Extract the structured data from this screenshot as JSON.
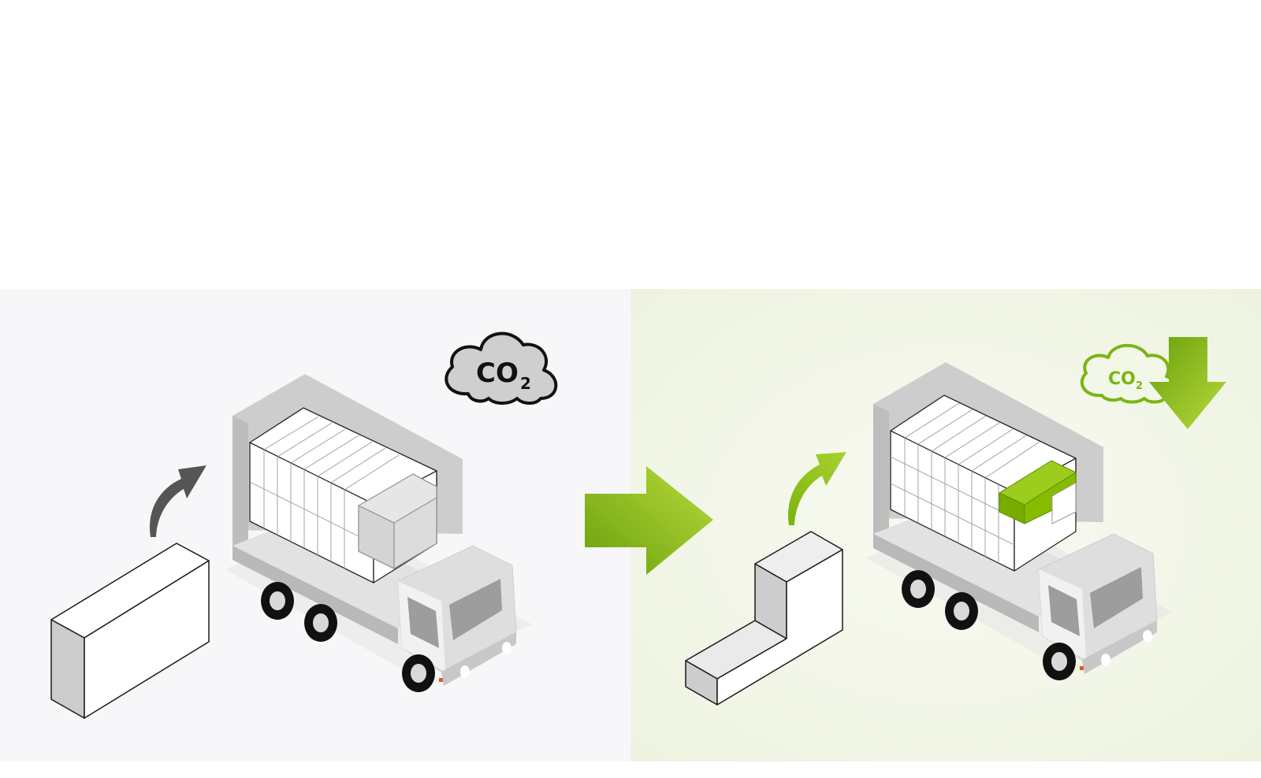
{
  "panels": {
    "left": {
      "co2_label": "CO",
      "co2_subscript": "2"
    },
    "right": {
      "co2_label": "CO",
      "co2_subscript": "2"
    }
  },
  "colors": {
    "page_background": "#ffffff",
    "left_panel_background": "#f7f7f9",
    "right_panel_background": "#f0f4e4",
    "green_accent": "#84bd0f",
    "dark_arrow": "#555555",
    "outline": "#1a1a1a"
  },
  "icons": [
    "co2-cloud-icon",
    "down-arrow-icon",
    "right-arrow-icon",
    "curved-arrow-icon",
    "truck-icon",
    "box-icon"
  ]
}
